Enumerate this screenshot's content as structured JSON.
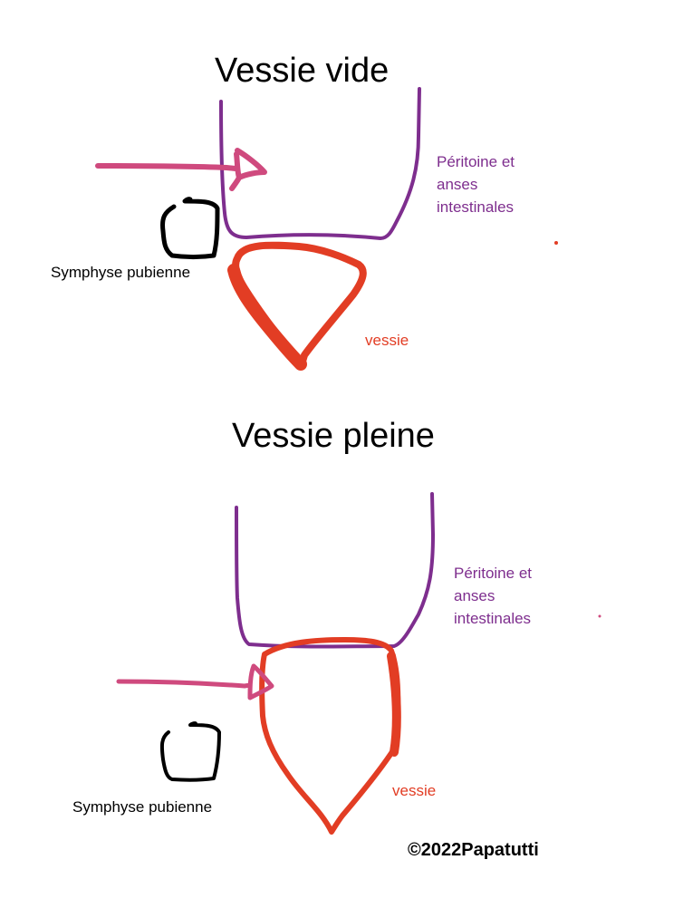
{
  "colors": {
    "peritoneum": "#7e2e8e",
    "bladder": "#e23d24",
    "arrow": "#cf4a7e",
    "pubis": "#000000",
    "text": "#000000"
  },
  "panels": [
    {
      "title": "Vessie vide",
      "peritoneum_label": [
        "Péritoine et",
        "anses",
        "intestinales"
      ],
      "bladder_label": "vessie",
      "pubis_label": "Symphyse pubienne"
    },
    {
      "title": "Vessie pleine",
      "peritoneum_label": [
        "Péritoine et",
        "anses",
        "intestinales"
      ],
      "bladder_label": "vessie",
      "pubis_label": "Symphyse pubienne"
    }
  ],
  "copyright": "©2022Papatutti"
}
